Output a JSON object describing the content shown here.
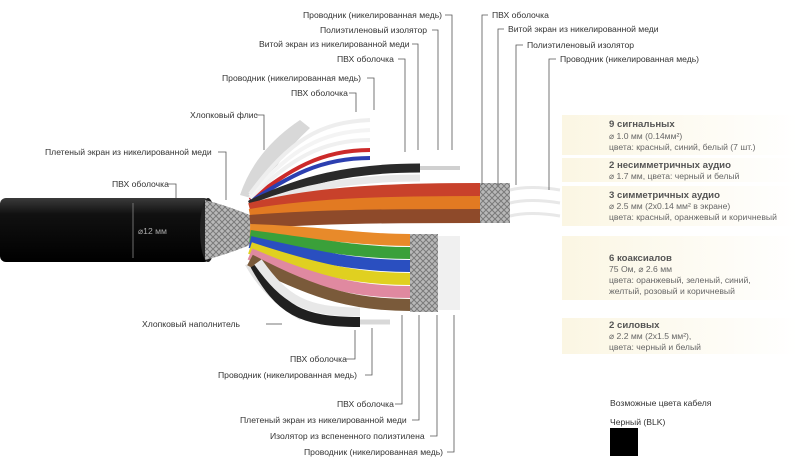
{
  "labels_top": [
    "Проводник (никелированная медь)",
    "Полиэтиленовый изолятор",
    "Витой экран из никелированной меди",
    "ПВХ оболочка",
    "Проводник (никелированная медь)",
    "ПВХ оболочка",
    "Хлопковый флис",
    "Плетеный экран из никелированной меди",
    "ПВХ оболочка"
  ],
  "labels_right_top": [
    "ПВХ оболочка",
    "Витой экран из никелированной меди",
    "Полиэтиленовый изолятор",
    "Проводник (никелированная медь)"
  ],
  "labels_bottom": [
    "Хлопковый наполнитель",
    "ПВХ оболочка",
    "Проводник (никелированная медь)",
    "ПВХ оболочка",
    "Плетеный экран из никелированной меди",
    "Изолятор из вспененного полиэтилена",
    "Проводник (никелированная медь)"
  ],
  "diameter_label": "⌀12 мм",
  "panels": [
    {
      "title": "9 сигнальных",
      "lines": [
        "⌀ 1.0 мм (0.14мм²)",
        "цвета: красный, синий, белый (7 шт.)"
      ]
    },
    {
      "title": "2 несимметричных аудио",
      "lines": [
        "⌀ 1.7 мм, цвета: черный и белый"
      ]
    },
    {
      "title": "3 симметричных аудио",
      "lines": [
        "⌀ 2.5 мм (2x0.14 мм² в экране)",
        "цвета: красный, оранжевый и коричневый"
      ]
    },
    {
      "title": "6 коаксиалов",
      "lines": [
        "75 Ом, ⌀ 2.6 мм",
        "цвета: оранжевый, зеленый, синий,",
        "желтый, розовый и коричневый"
      ]
    },
    {
      "title": "2 силовых",
      "lines": [
        "⌀ 2.2 мм (2x1.5 мм²),",
        "цвета: черный и белый"
      ]
    }
  ],
  "colors_section": {
    "title": "Возможные цвета кабеля",
    "swatch_label": "Черный (BLK)",
    "swatch_color": "#000000"
  }
}
